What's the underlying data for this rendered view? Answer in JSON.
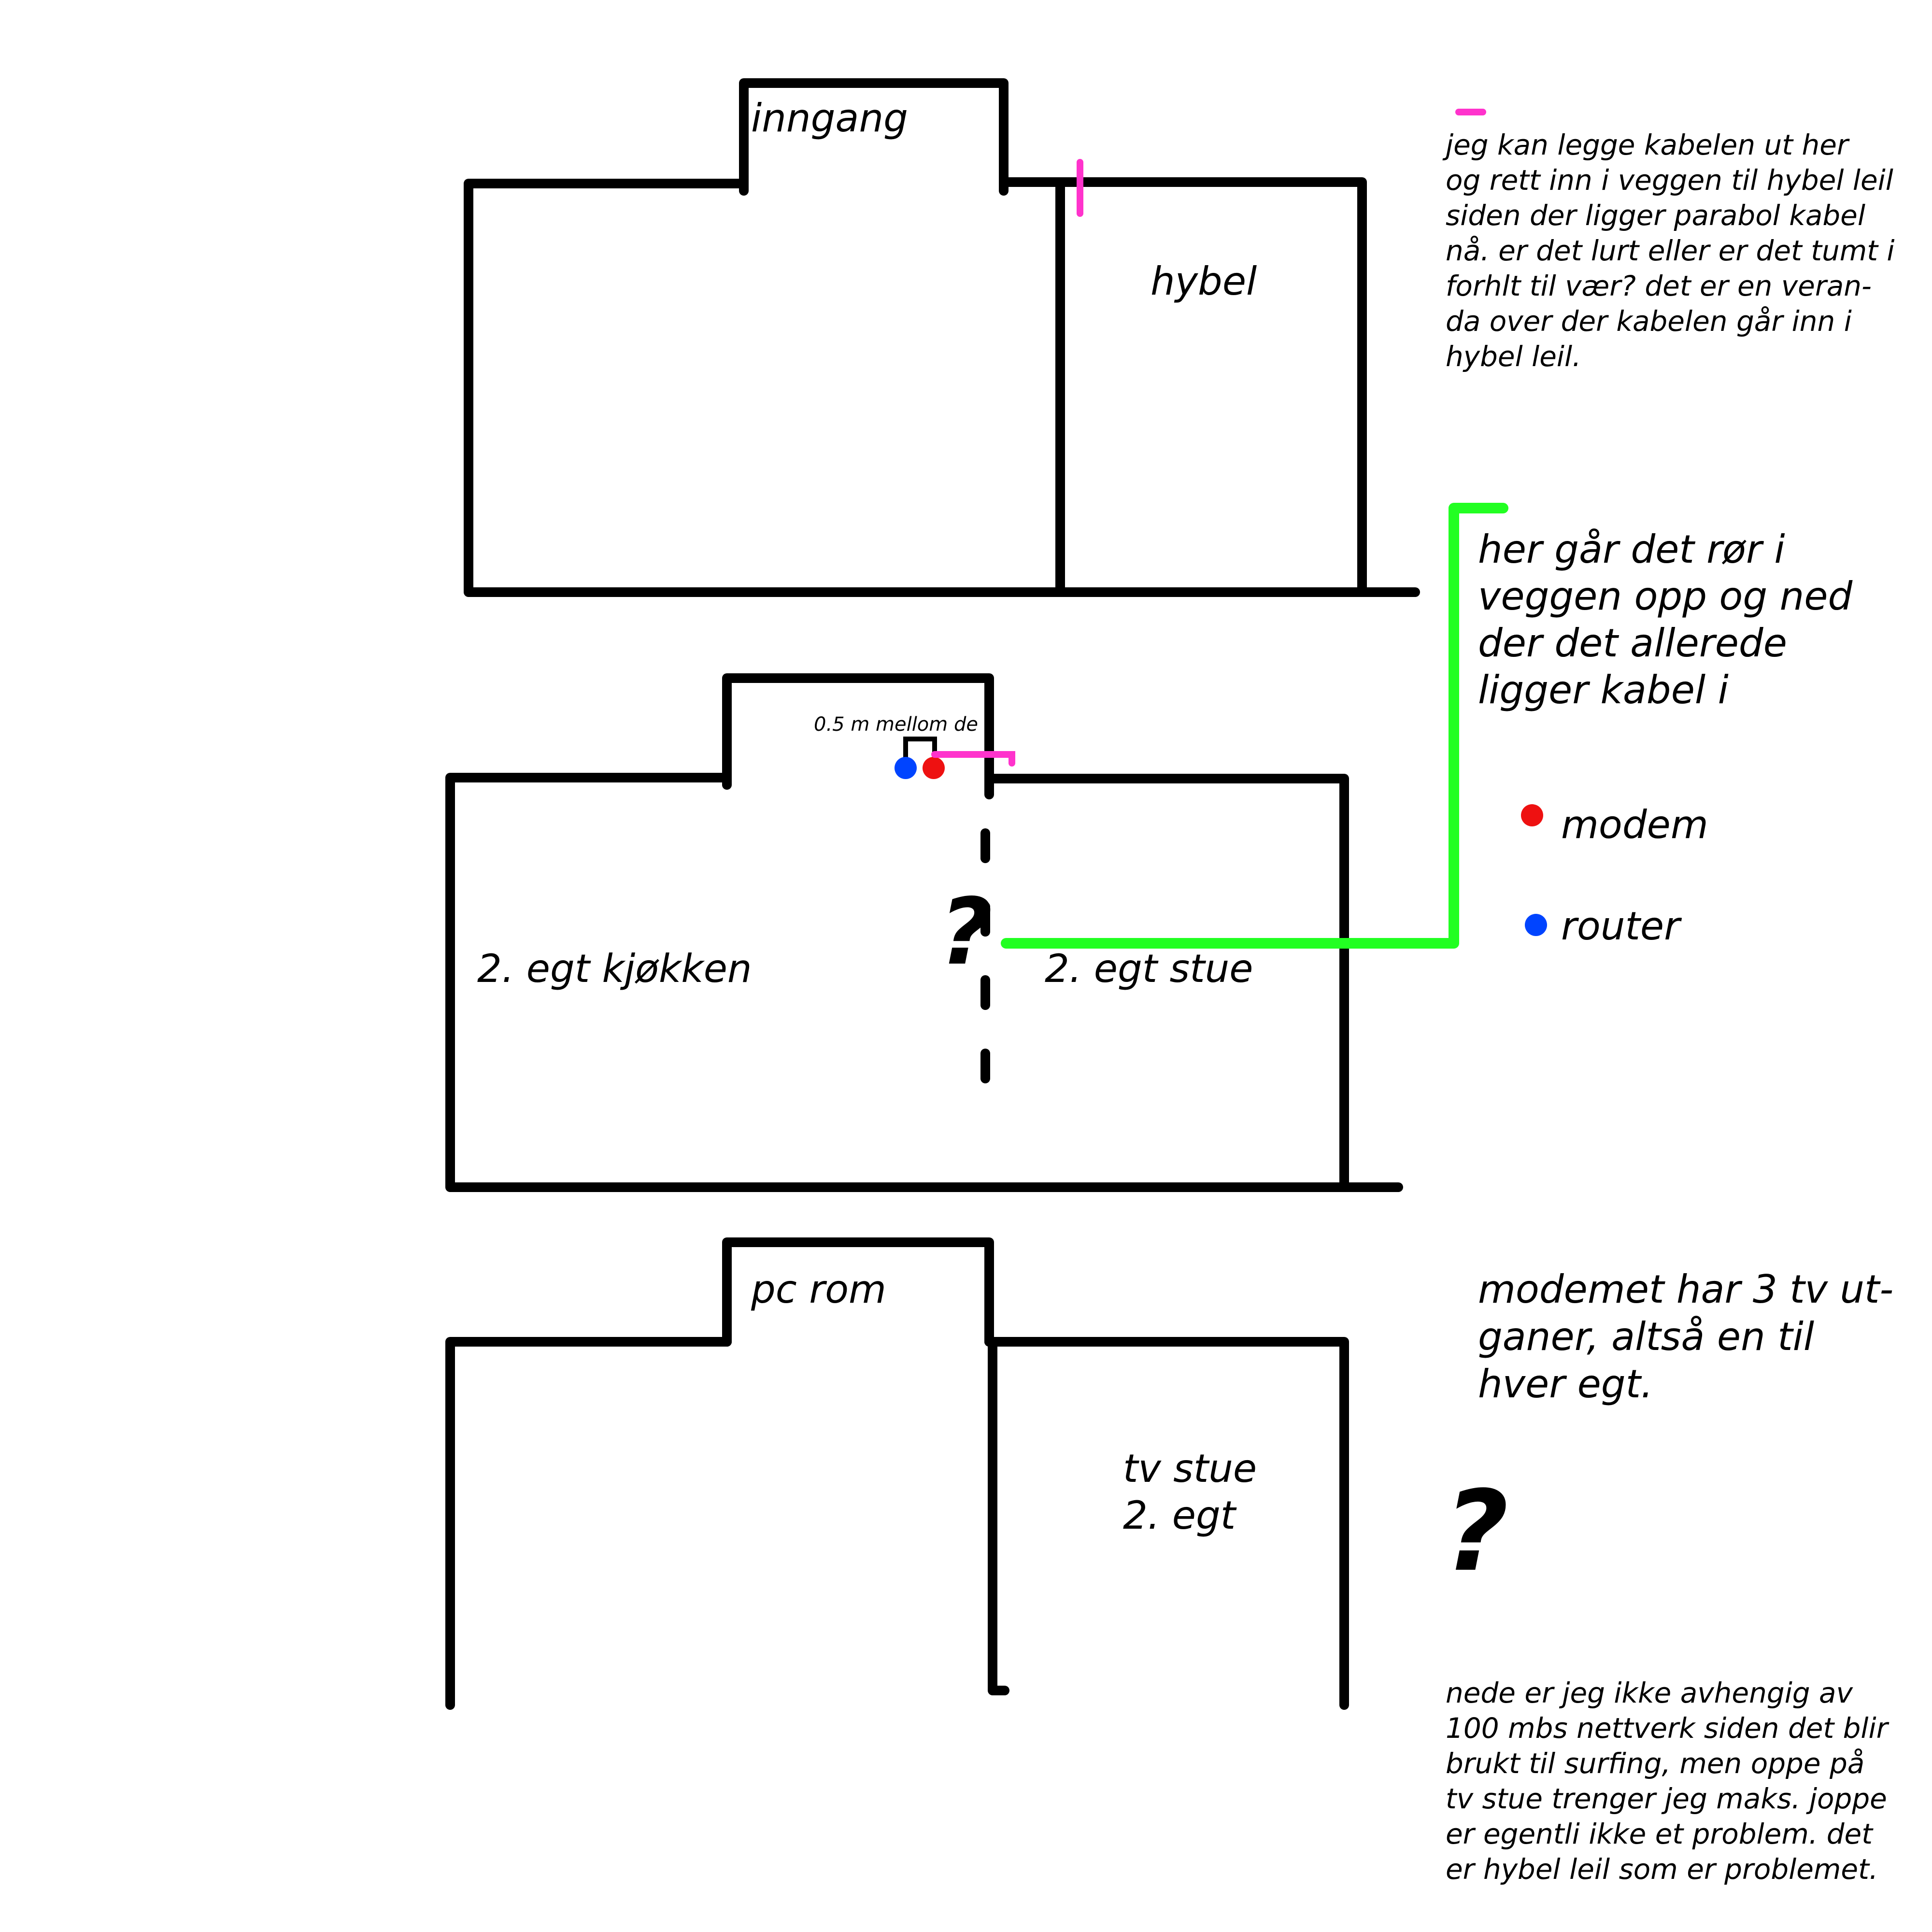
{
  "colors": {
    "wall": "#000000",
    "pink": "#ff33cc",
    "green": "#22ff22",
    "modem": "#ee1111",
    "router": "#0044ff"
  },
  "labels": {
    "inngang": "inngang",
    "hybel": "hybel",
    "kjokken": "2. egt kjøkken",
    "stue": "2. egt stue",
    "pcrom": "pc rom",
    "tvstue_1": "tv stue",
    "tvstue_2": "2. egt",
    "distance": "0.5 m mellom de",
    "question_mark": "?"
  },
  "legend": {
    "modem": "modem",
    "router": "router"
  },
  "notes": {
    "pink_note": [
      "jeg kan legge kabelen ut her",
      "og rett inn i veggen til hybel leil",
      "siden der ligger parabol kabel",
      "nå. er det lurt eller er det tumt i",
      "forhlt til vær? det er en veran-",
      "da over der kabelen går inn i",
      "hybel leil."
    ],
    "green_note": [
      "her går det rør i",
      "veggen opp og ned",
      "der det allerede",
      "ligger kabel i"
    ],
    "modem_note": [
      "modemet har 3 tv ut-",
      "ganer, altså en til",
      "hver egt."
    ],
    "bottom_note": [
      "nede er jeg ikke avhengig av",
      "100 mbs nettverk siden det blir",
      "brukt til surfing, men oppe på",
      "tv stue trenger jeg maks. joppe",
      "er egentli ikke et problem. det",
      "er hybel leil som er problemet."
    ]
  }
}
